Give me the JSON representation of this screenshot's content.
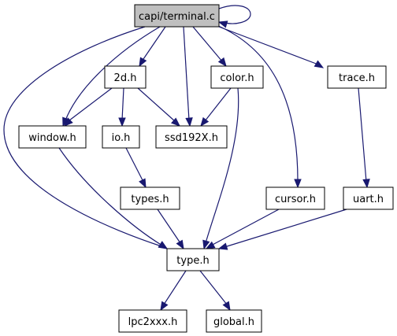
{
  "colors": {
    "edge": "#191970",
    "node_fill": "#ffffff",
    "root_fill": "#bfbfbf",
    "node_stroke": "#000000"
  },
  "nodes": [
    {
      "id": "terminal",
      "label": "capi/terminal.c",
      "root": true
    },
    {
      "id": "2d",
      "label": "2d.h"
    },
    {
      "id": "color",
      "label": "color.h"
    },
    {
      "id": "trace",
      "label": "trace.h"
    },
    {
      "id": "window",
      "label": "window.h"
    },
    {
      "id": "io",
      "label": "io.h"
    },
    {
      "id": "ssd",
      "label": "ssd192X.h"
    },
    {
      "id": "types",
      "label": "types.h"
    },
    {
      "id": "cursor",
      "label": "cursor.h"
    },
    {
      "id": "uart",
      "label": "uart.h"
    },
    {
      "id": "type",
      "label": "type.h"
    },
    {
      "id": "lpc",
      "label": "lpc2xxx.h"
    },
    {
      "id": "global",
      "label": "global.h"
    }
  ],
  "edges": [
    {
      "from": "terminal",
      "to": "terminal"
    },
    {
      "from": "terminal",
      "to": "2d"
    },
    {
      "from": "terminal",
      "to": "color"
    },
    {
      "from": "terminal",
      "to": "trace"
    },
    {
      "from": "terminal",
      "to": "window"
    },
    {
      "from": "terminal",
      "to": "ssd"
    },
    {
      "from": "terminal",
      "to": "cursor"
    },
    {
      "from": "terminal",
      "to": "type"
    },
    {
      "from": "2d",
      "to": "window"
    },
    {
      "from": "2d",
      "to": "io"
    },
    {
      "from": "2d",
      "to": "ssd"
    },
    {
      "from": "color",
      "to": "ssd"
    },
    {
      "from": "color",
      "to": "type"
    },
    {
      "from": "trace",
      "to": "uart"
    },
    {
      "from": "window",
      "to": "type"
    },
    {
      "from": "io",
      "to": "types"
    },
    {
      "from": "types",
      "to": "type"
    },
    {
      "from": "cursor",
      "to": "type"
    },
    {
      "from": "uart",
      "to": "type"
    },
    {
      "from": "type",
      "to": "lpc"
    },
    {
      "from": "type",
      "to": "global"
    }
  ]
}
